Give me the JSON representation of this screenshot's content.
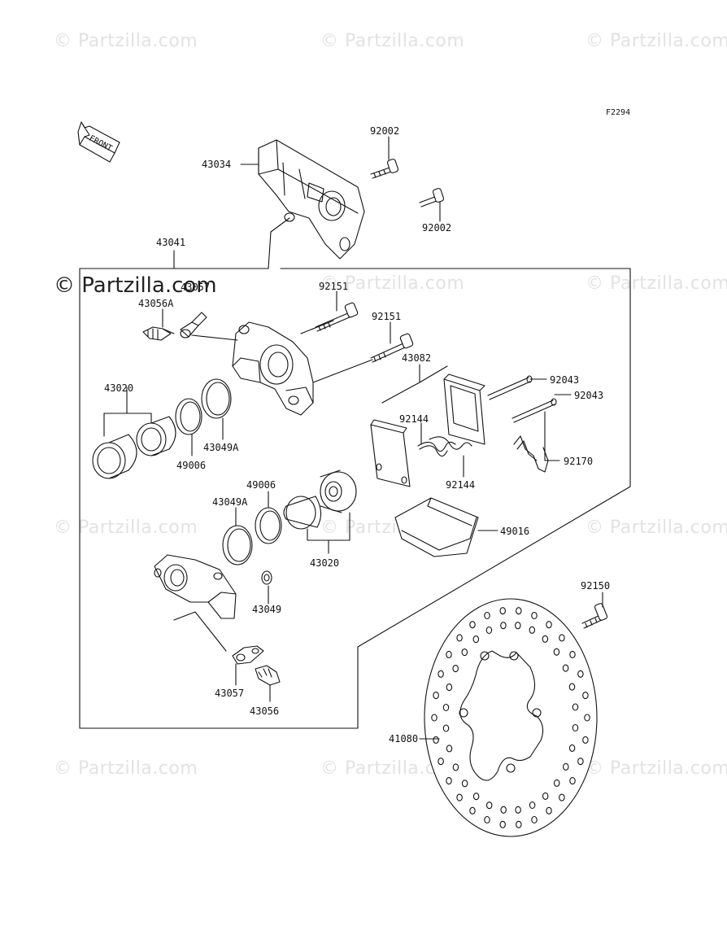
{
  "figure_id": "F2294",
  "front_arrow_text": "FRONT",
  "watermark": {
    "text": "© Partzilla.com",
    "main_text": "© Partzilla.com"
  },
  "labels": {
    "p43034": "43034",
    "p92002_top": "92002",
    "p92002_bottom": "92002",
    "p43041": "43041",
    "p43057_top": "43057",
    "p43056A": "43056A",
    "p92151_a": "92151",
    "p92151_b": "92151",
    "p43082": "43082",
    "p92043_a": "92043",
    "p92043_b": "92043",
    "p92144_a": "92144",
    "p92144_b": "92144",
    "p92170": "92170",
    "p43020_top": "43020",
    "p49006_left": "49006",
    "p43049A_left": "43049A",
    "p49006_right": "49006",
    "p43049A_right": "43049A",
    "p43020_bottom": "43020",
    "p49016": "49016",
    "p43049": "43049",
    "p43057_bottom": "43057",
    "p43056": "43056",
    "p92150": "92150",
    "p41080": "41080"
  }
}
